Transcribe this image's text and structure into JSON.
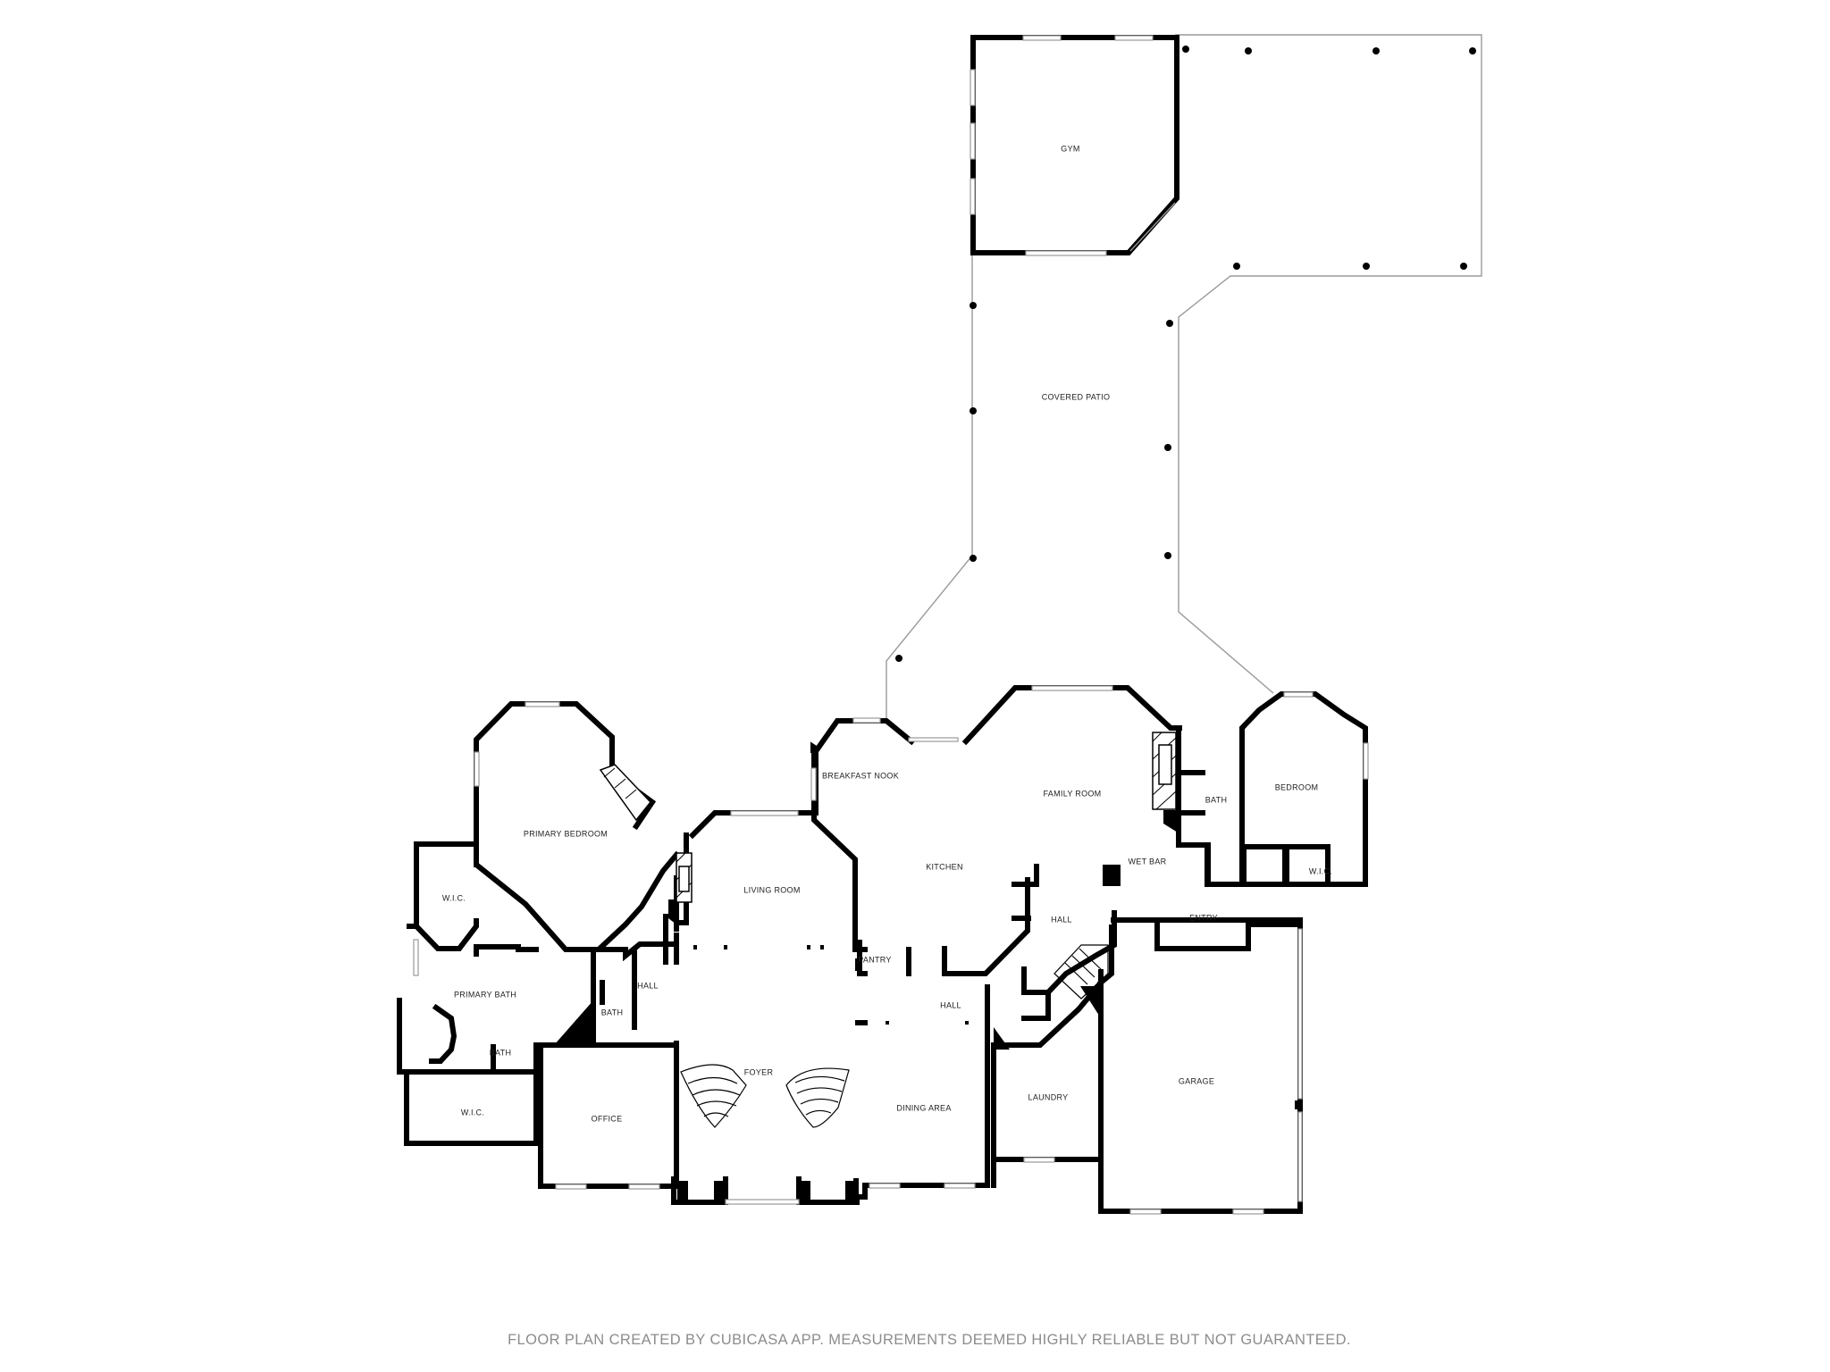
{
  "rooms": {
    "gym": "GYM",
    "covered_patio": "COVERED PATIO",
    "breakfast_nook": "BREAKFAST NOOK",
    "family_room": "FAMILY ROOM",
    "bedroom": "BEDROOM",
    "bath_right": "BATH",
    "kitchen": "KITCHEN",
    "wet_bar": "WET BAR",
    "wic_right": "W.I.C.",
    "primary_bedroom": "PRIMARY BEDROOM",
    "living_room": "LIVING ROOM",
    "wic_left": "W.I.C.",
    "hall_right": "HALL",
    "entry": "ENTRY",
    "pantry": "PANTRY",
    "hall_left": "HALL",
    "primary_bath": "PRIMARY BATH",
    "hall_center": "HALL",
    "bath_left": "BATH",
    "bath_small": "BATH",
    "foyer": "FOYER",
    "garage": "GARAGE",
    "laundry": "LAUNDRY",
    "dining_area": "DINING AREA",
    "office": "OFFICE",
    "wic_bottom": "W.I.C."
  },
  "footer": "FLOOR PLAN CREATED BY CUBICASA APP. MEASUREMENTS DEEMED HIGHLY RELIABLE BUT NOT GUARANTEED."
}
